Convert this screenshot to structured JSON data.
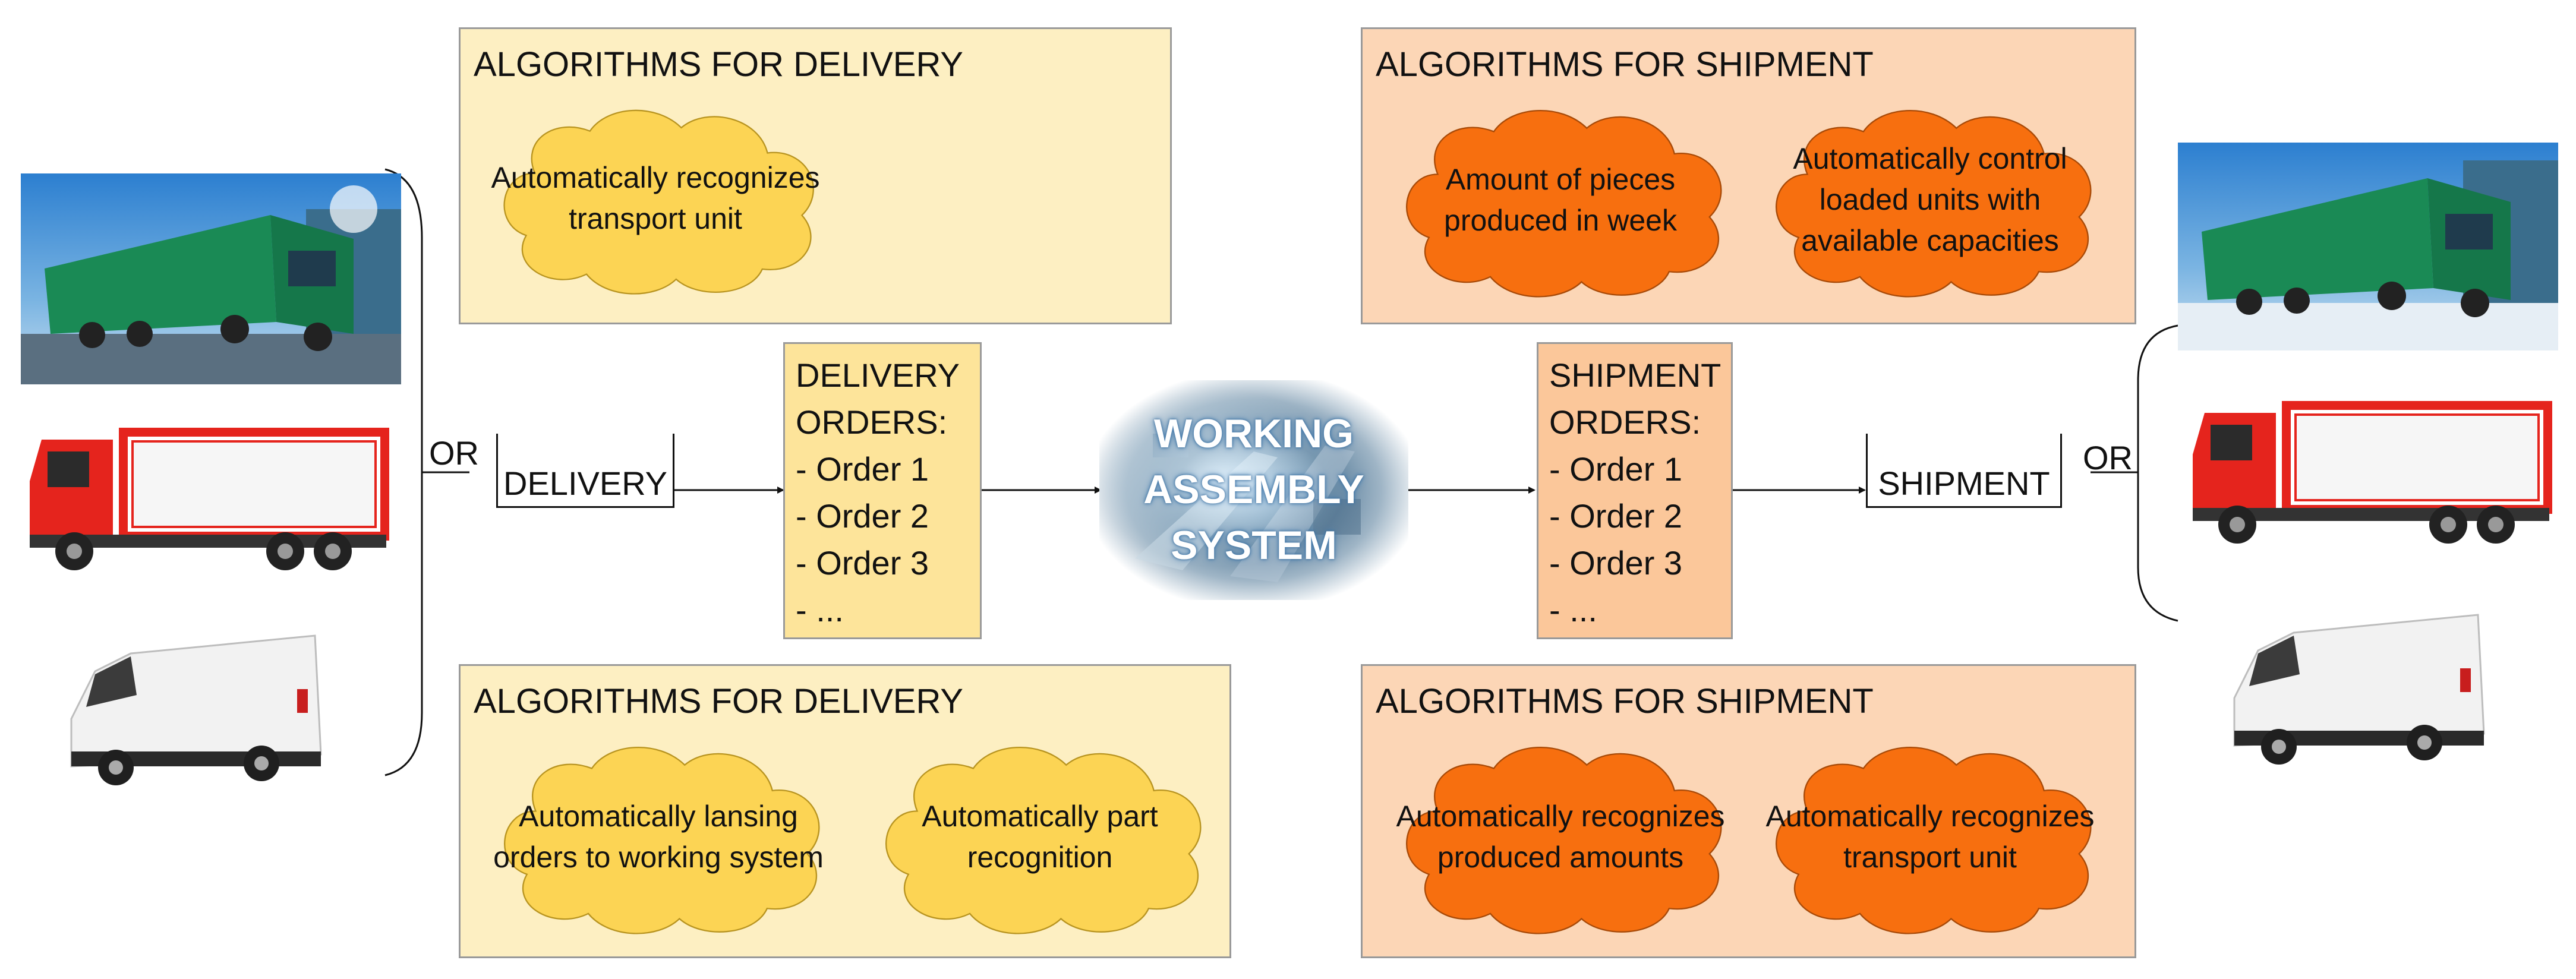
{
  "top_delivery": {
    "title": "ALGORITHMS FOR DELIVERY",
    "clouds": [
      "Automatically recognizes transport unit"
    ]
  },
  "top_shipment": {
    "title": "ALGORITHMS FOR SHIPMENT",
    "clouds": [
      "Amount of pieces produced in week",
      "Automatically control loaded units with available capacities"
    ]
  },
  "bottom_delivery": {
    "title": "ALGORITHMS FOR DELIVERY",
    "clouds": [
      "Automatically lansing orders to working system",
      "Automatically part recognition"
    ]
  },
  "bottom_shipment": {
    "title": "ALGORITHMS FOR SHIPMENT",
    "clouds": [
      "Automatically recognizes produced amounts",
      "Automatically recognizes transport unit"
    ]
  },
  "delivery_orders": {
    "header_line1": "DELIVERY",
    "header_line2": "ORDERS:",
    "items": [
      "- Order 1",
      "- Order 2",
      "- Order 3",
      "- ..."
    ]
  },
  "shipment_orders": {
    "header_line1": "SHIPMENT",
    "header_line2": "ORDERS:",
    "items": [
      "- Order 1",
      "- Order 2",
      "- Order 3",
      "- ..."
    ]
  },
  "center": {
    "line1": "WORKING",
    "line2": "ASSEMBLY",
    "line3": "SYSTEM"
  },
  "left_or": "OR",
  "right_or": "OR",
  "delivery_label": "DELIVERY",
  "shipment_label": "SHIPMENT",
  "colors": {
    "delivery_box": "#fdefc2",
    "shipment_box": "#fcd6b6",
    "delivery_cloud": "#fcd454",
    "shipment_cloud": "#f76f0f",
    "delivery_orders": "#fde49a",
    "shipment_orders": "#fbc79a",
    "box_border": "#9a9a9a",
    "truck_green": "#1a8a55",
    "truck_red": "#e5241d",
    "van_white": "#f2f2f2"
  }
}
